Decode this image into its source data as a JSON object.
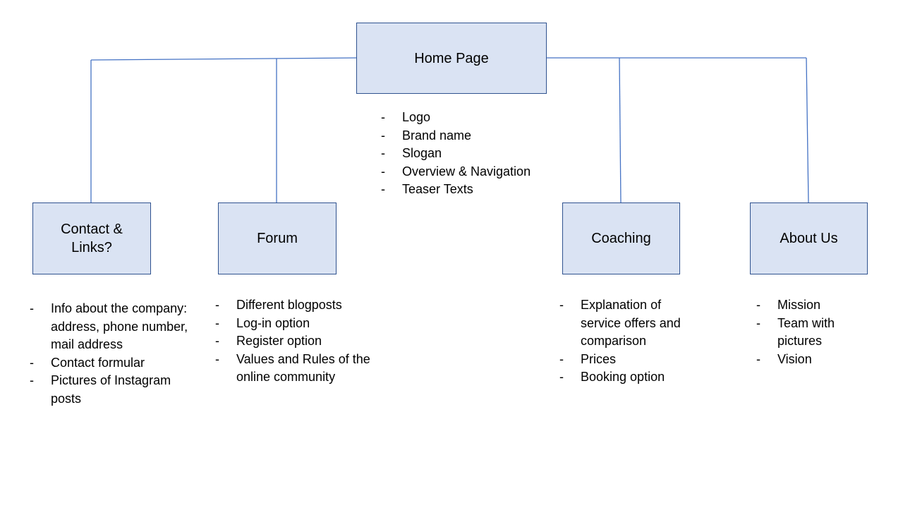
{
  "nodes": {
    "home": {
      "label": "Home Page",
      "items": [
        "Logo",
        "Brand name",
        "Slogan",
        "Overview & Navigation",
        "Teaser Texts"
      ]
    },
    "contact": {
      "label": "Contact & Links?",
      "items": [
        "Info about the company: address, phone number, mail address",
        "Contact formular",
        "Pictures of Instagram posts"
      ]
    },
    "forum": {
      "label": "Forum",
      "items": [
        "Different blogposts",
        "Log-in option",
        "Register option",
        "Values and Rules of the online community"
      ]
    },
    "coaching": {
      "label": "Coaching",
      "items": [
        "Explanation of service offers and comparison",
        "Prices",
        "Booking option"
      ]
    },
    "about": {
      "label": "About Us",
      "items": [
        "Mission",
        "Team with pictures",
        "Vision"
      ]
    }
  },
  "colors": {
    "box_fill": "#dae3f3",
    "box_border": "#2f528f",
    "connector": "#4472c4"
  }
}
